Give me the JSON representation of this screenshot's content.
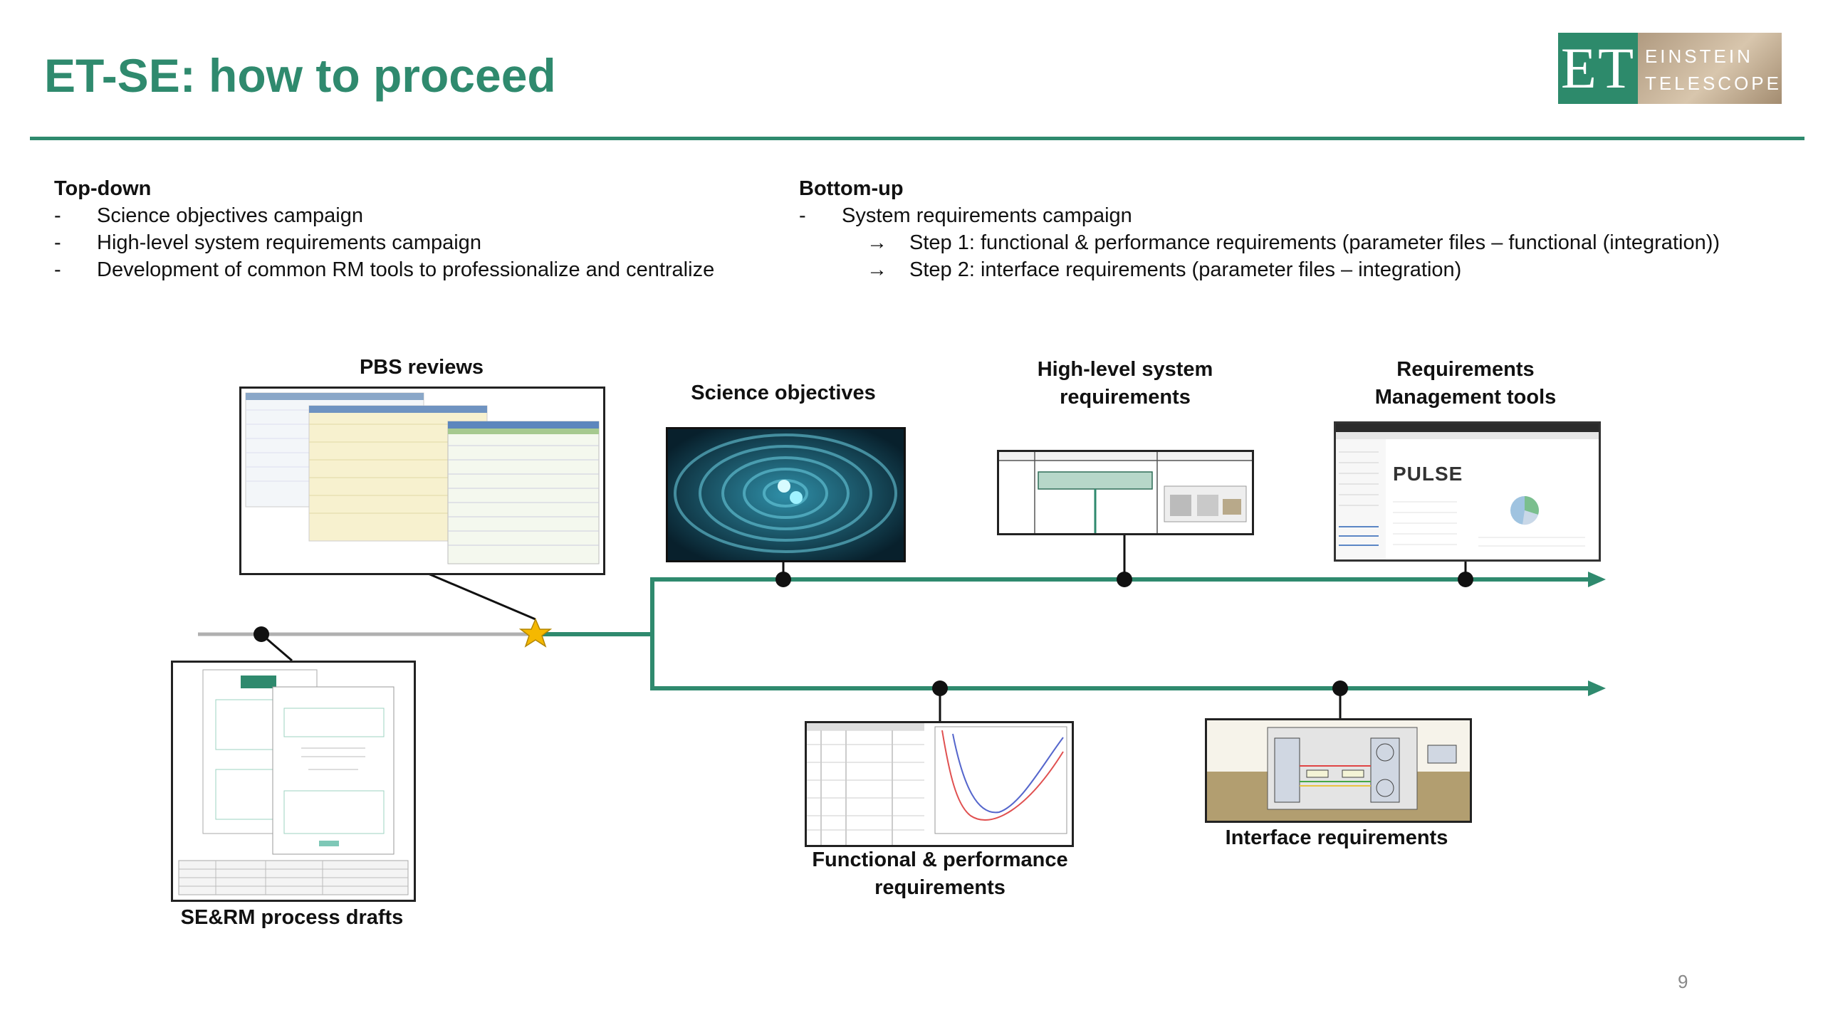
{
  "title": "ET-SE: how to proceed",
  "logo": {
    "letters": "ET",
    "line1": "EINSTEIN",
    "line2": "TELESCOPE"
  },
  "top_down": {
    "heading": "Top-down",
    "items": [
      "Science objectives campaign",
      "High-level system requirements campaign",
      "Development of common RM tools to professionalize and centralize"
    ]
  },
  "bottom_up": {
    "heading": "Bottom-up",
    "items": [
      "System requirements campaign"
    ],
    "steps": [
      "Step 1: functional & performance requirements (parameter files – functional (integration))",
      "Step 2: interface requirements (parameter files – integration)"
    ]
  },
  "diagram": {
    "pbs_reviews": "PBS reviews",
    "science_objectives": "Science objectives",
    "high_level_line1": "High-level system",
    "high_level_line2": "requirements",
    "rm_tools_line1": "Requirements",
    "rm_tools_line2": "Management tools",
    "functional_line1": "Functional & performance",
    "functional_line2": "requirements",
    "interface": "Interface requirements",
    "serm": "SE&RM process drafts",
    "pulse": "PULSE"
  },
  "page_number": "9",
  "colors": {
    "accent": "#2f8a6e",
    "star": "#f5b800",
    "line_grey": "#b0b0b0"
  }
}
